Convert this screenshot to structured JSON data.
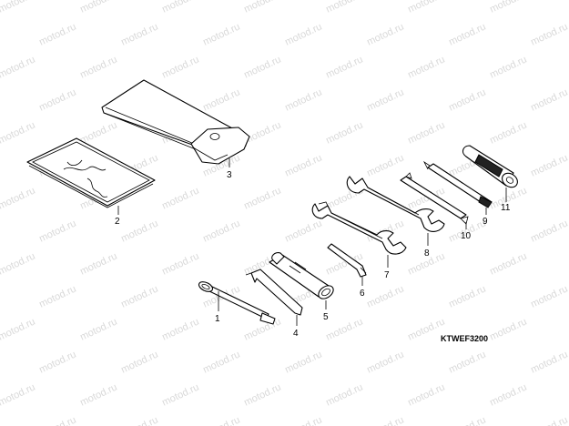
{
  "watermark": {
    "text": "motod.ru"
  },
  "diagram_code": "KTWEF3200",
  "callouts": [
    {
      "id": "1"
    },
    {
      "id": "2"
    },
    {
      "id": "3"
    },
    {
      "id": "4"
    },
    {
      "id": "5"
    },
    {
      "id": "6"
    },
    {
      "id": "7"
    },
    {
      "id": "8"
    },
    {
      "id": "9"
    },
    {
      "id": "10"
    },
    {
      "id": "11"
    }
  ]
}
